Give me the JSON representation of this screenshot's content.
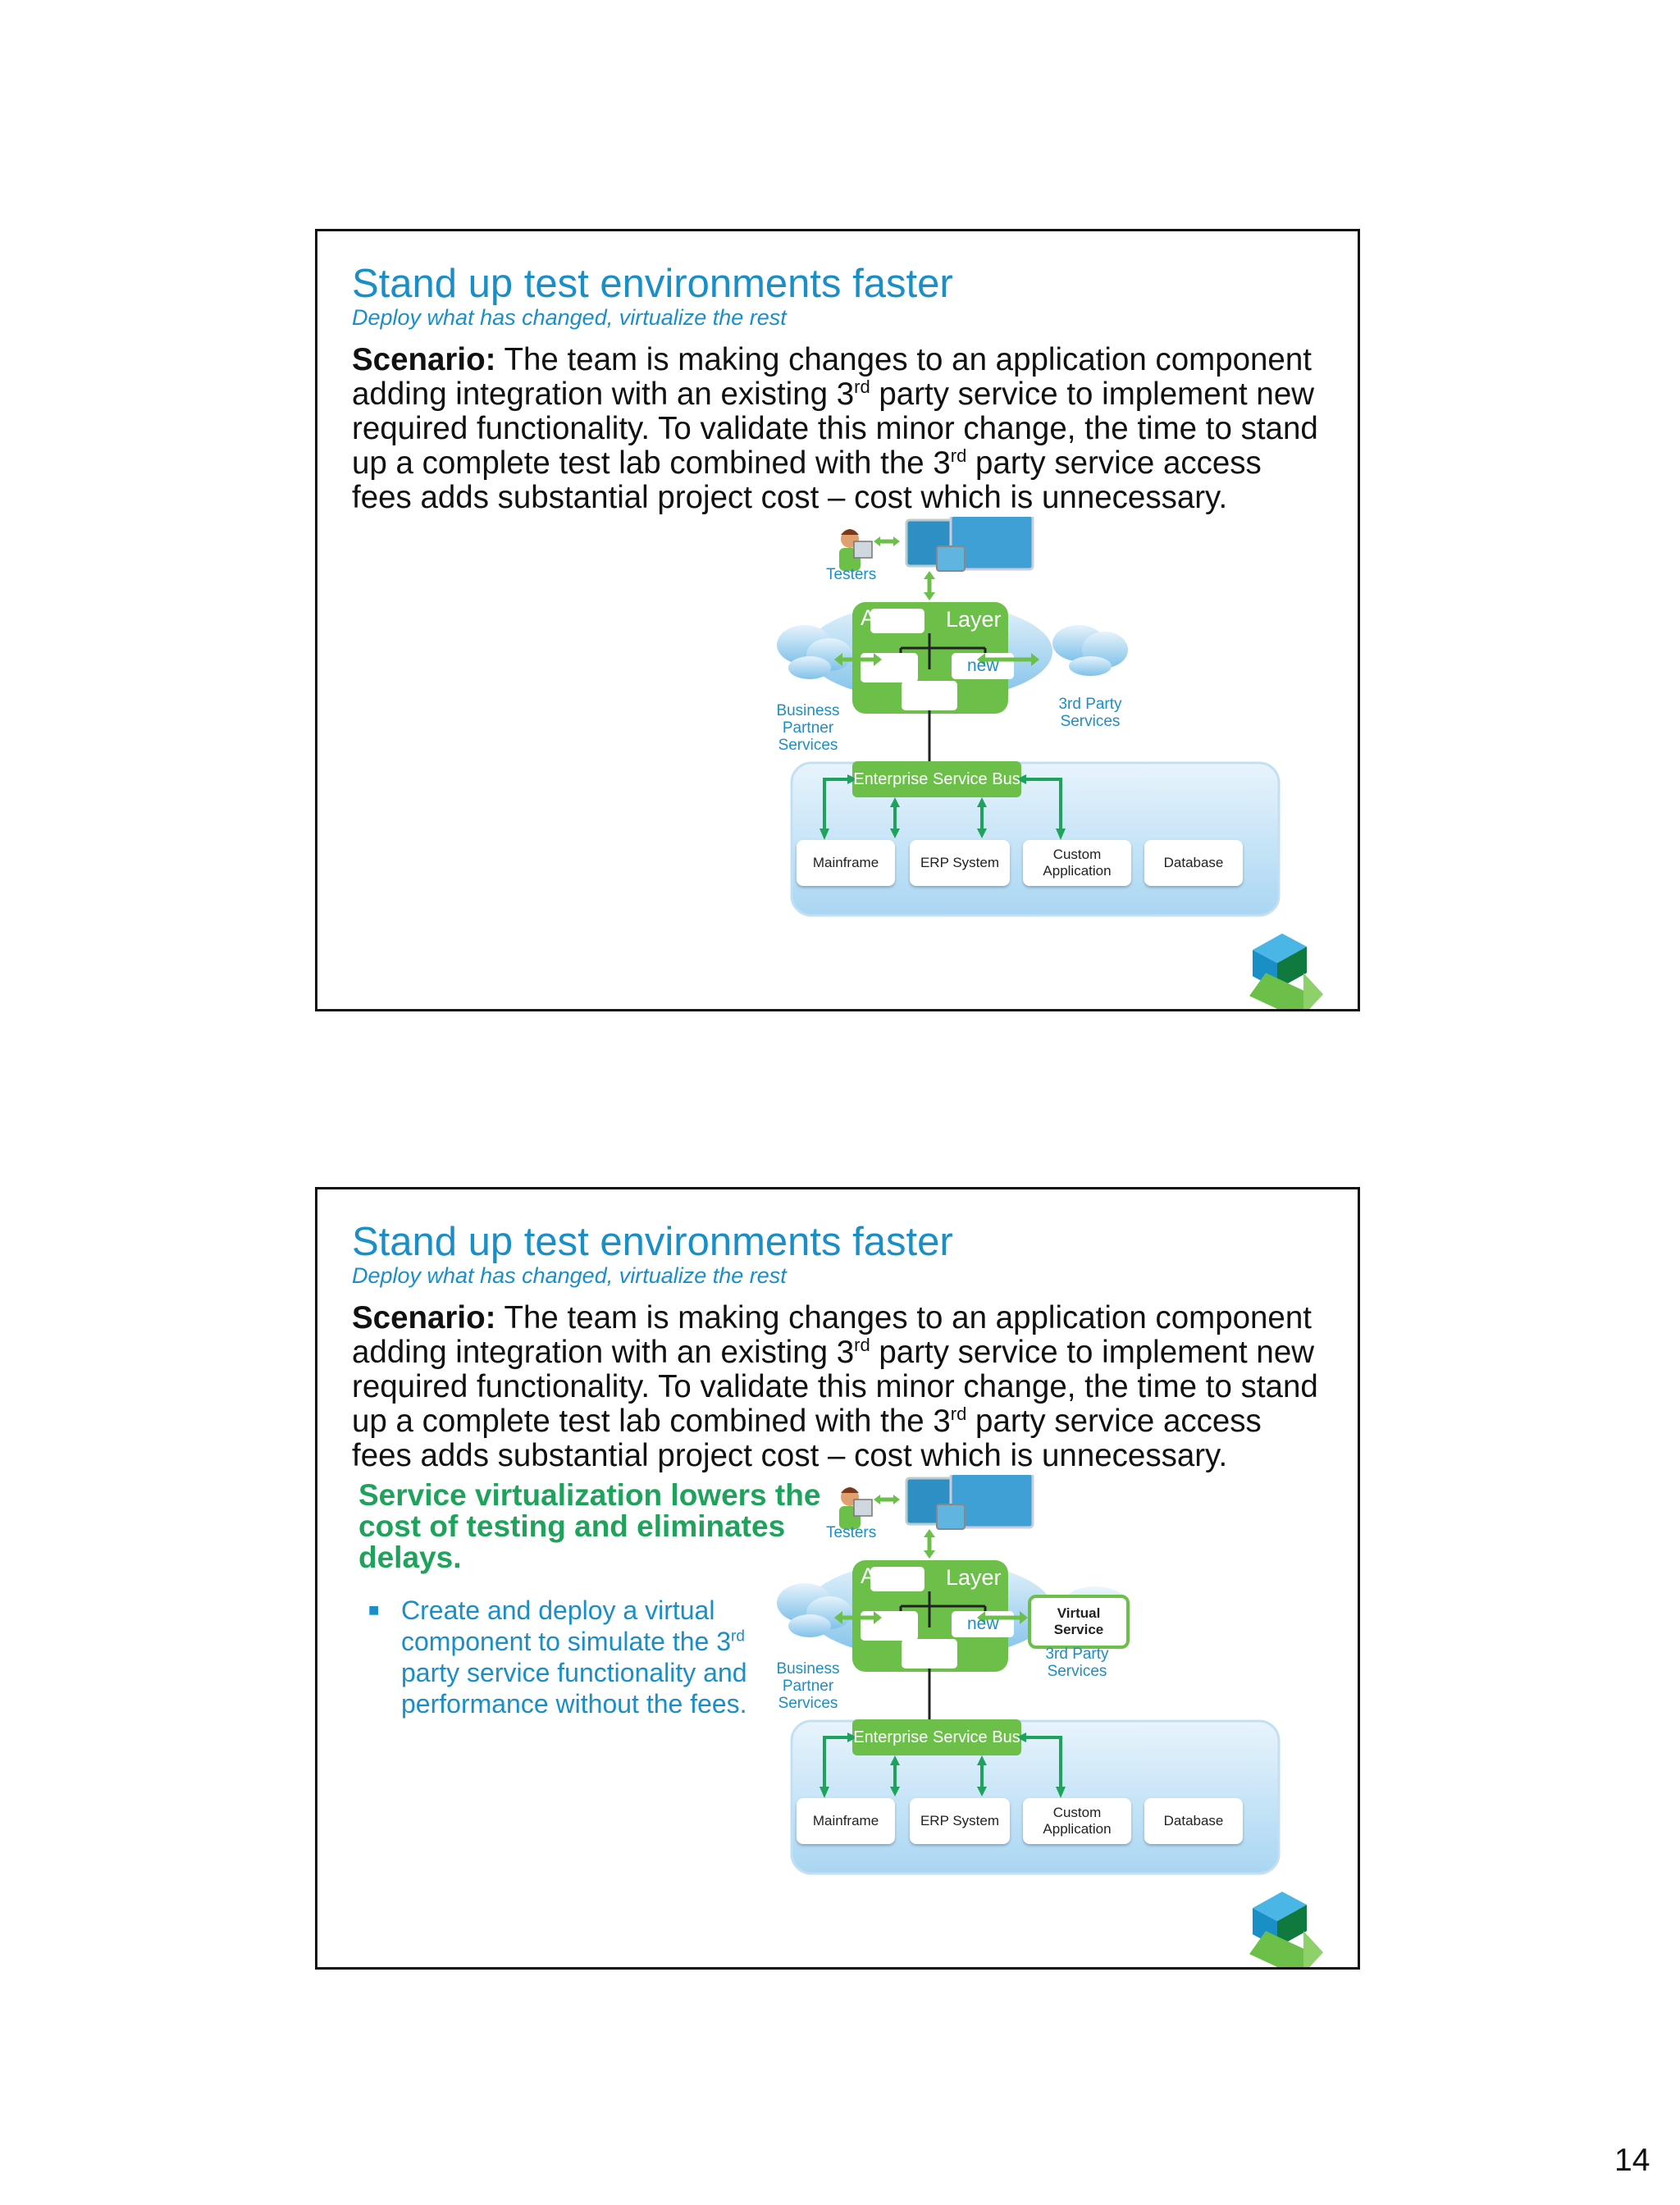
{
  "slides": [
    {
      "title": "Stand up test environments faster",
      "subtitle": "Deploy what has changed, virtualize the rest",
      "scenario_label": "Scenario:",
      "scenario_lines": [
        [
          "The team is making changes to an application component"
        ],
        [
          "adding integration with an existing 3",
          "rd",
          " party service to implement new"
        ],
        [
          "required functionality. To validate this minor change, the time to stand"
        ],
        [
          "up a complete test lab combined with the 3",
          "rd",
          " party service access"
        ],
        [
          "fees adds substantial project cost – cost which is unnecessary."
        ]
      ]
    },
    {
      "title": "Stand up test environments faster",
      "subtitle": "Deploy what has changed, virtualize the rest",
      "scenario_label": "Scenario:",
      "callout_heading": "Service virtualization lowers the cost of testing and eliminates delays.",
      "bullet_parts": [
        "Create and deploy a virtual component to simulate the 3",
        "rd",
        " party service functionality and performance without the fees."
      ]
    }
  ],
  "diagram": {
    "testers": "Testers",
    "app_label": "App",
    "layer_label": "Layer",
    "new_label": "new",
    "business_partner": "Business Partner Services",
    "third_party": "3rd Party Services",
    "virtual_service": "Virtual Service",
    "esb": "Enterprise Service Bus",
    "systems": [
      "Mainframe",
      "ERP System",
      "Custom Application",
      "Database"
    ]
  },
  "colors": {
    "title_blue": "#1a8fc7",
    "green": "#6cc04a",
    "arrow_green": "#1fa35c",
    "panel_blue": "#cde6f6"
  },
  "page_number": "14"
}
